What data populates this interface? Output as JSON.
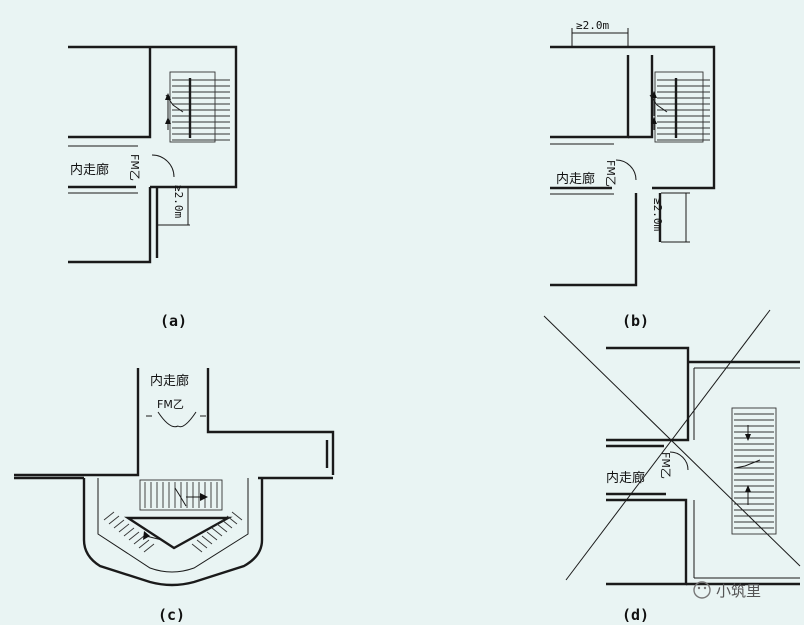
{
  "panels": {
    "a": {
      "caption": "(a)",
      "corridor_label": "内走廊",
      "door_label": "FM乙",
      "dimension": "≥2.0m"
    },
    "b": {
      "caption": "(b)",
      "corridor_label": "内走廊",
      "door_label": "FM乙",
      "dimension_top": "≥2.0m",
      "dimension_side": "≥2.0m"
    },
    "c": {
      "caption": "(c)",
      "corridor_label": "内走廊",
      "door_label": "FM乙"
    },
    "d": {
      "caption": "(d)",
      "corridor_label": "内走廊",
      "door_label": "FM乙"
    }
  },
  "watermark": {
    "brand": "小筑里"
  }
}
